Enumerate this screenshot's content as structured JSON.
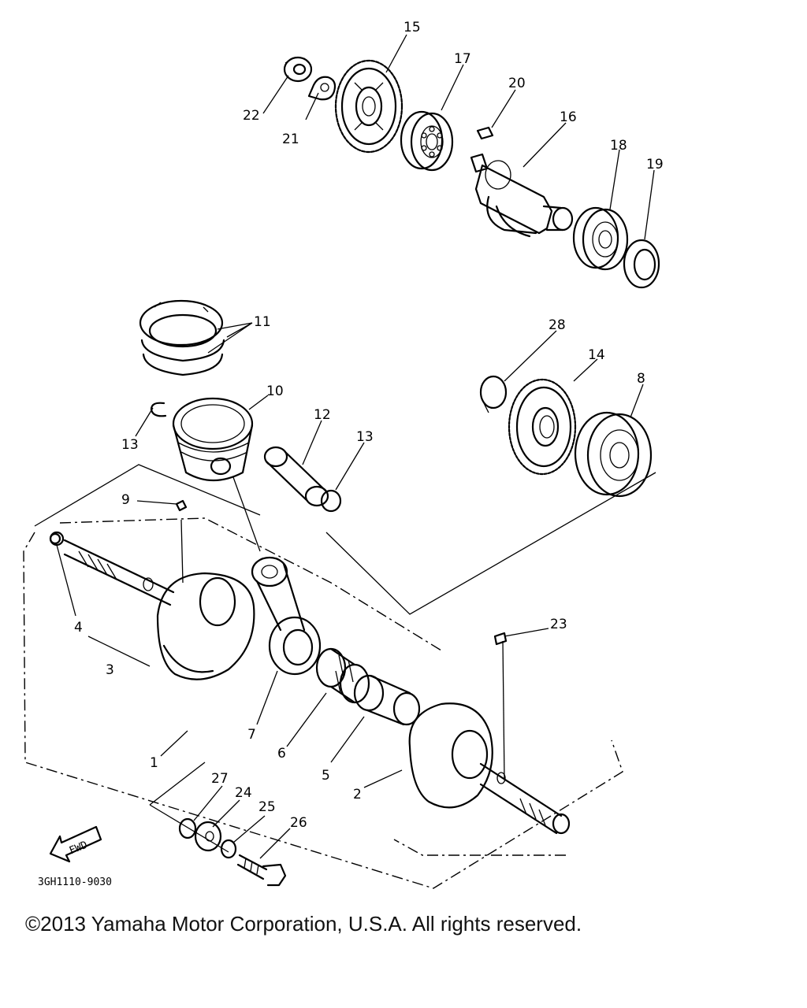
{
  "callouts": {
    "c1": "1",
    "c2": "2",
    "c3": "3",
    "c4": "4",
    "c5": "5",
    "c6": "6",
    "c7": "7",
    "c8": "8",
    "c9": "9",
    "c10": "10",
    "c11": "11",
    "c12": "12",
    "c13a": "13",
    "c13b": "13",
    "c14": "14",
    "c15": "15",
    "c16": "16",
    "c17": "17",
    "c18": "18",
    "c19": "19",
    "c20": "20",
    "c21": "21",
    "c22": "22",
    "c23": "23",
    "c24": "24",
    "c25": "25",
    "c26": "26",
    "c27": "27",
    "c28": "28"
  },
  "fwd_label": "FWD",
  "diagram_code": "3GH1110-9030",
  "copyright": "©2013 Yamaha Motor Corporation, U.S.A. All rights reserved."
}
